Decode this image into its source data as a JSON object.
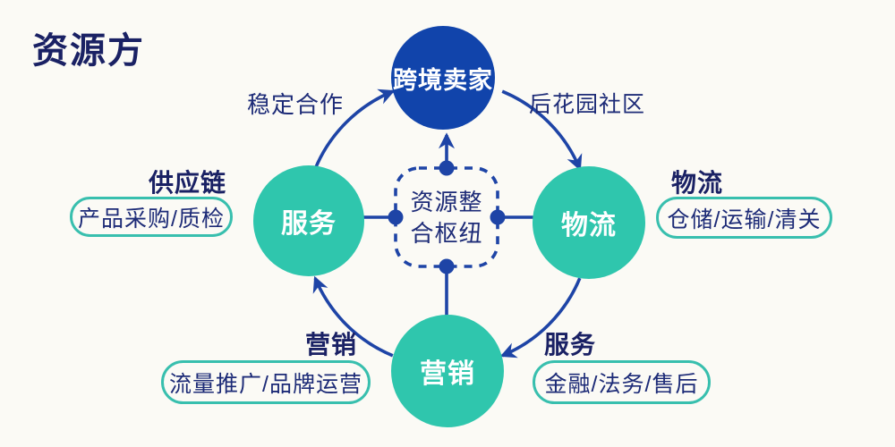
{
  "title": "资源方",
  "colors": {
    "background": "#fbfaf5",
    "navy_text": "#1a2164",
    "line_blue": "#1e44a6",
    "node_blue": "#1144ab",
    "node_teal": "#2fc6ad",
    "pill_border_teal": "#38bfae",
    "node_text": "#ffffff"
  },
  "hub": {
    "label": "资源整合枢纽"
  },
  "nodes": {
    "top": {
      "label": "跨境卖家"
    },
    "left": {
      "label": "服务"
    },
    "right": {
      "label": "物流"
    },
    "bottom": {
      "label": "营销"
    }
  },
  "edges": {
    "left_to_top": "稳定合作",
    "top_to_right": "后花园社区"
  },
  "annotations": {
    "supply_chain": {
      "heading": "供应链",
      "pill": "产品采购/质检"
    },
    "logistics": {
      "heading": "物流",
      "pill": "仓储/运输/清关"
    },
    "marketing": {
      "heading": "营销",
      "pill": "流量推广/品牌运营"
    },
    "service": {
      "heading": "服务",
      "pill": "金融/法务/售后"
    }
  }
}
